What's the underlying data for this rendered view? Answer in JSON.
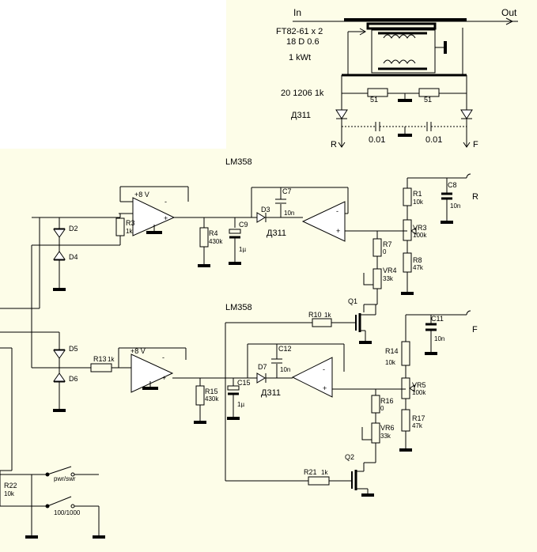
{
  "colors": {
    "paper": "#fdfde8",
    "ink": "#000000",
    "blank": "#ffffff"
  },
  "top_diagram": {
    "in_label": "In",
    "out_label": "Out",
    "core_label": "FT82-61 x 2",
    "winding_label": "18  D 0.6",
    "power_label": "1 kWt",
    "resistor_label": "20 1206 1k",
    "r51_left": "51",
    "r51_right": "51",
    "diode_label": "Д311",
    "cap_left": "0.01",
    "cap_right": "0.01",
    "r_out": "R",
    "f_out": "F"
  },
  "upper_channel": {
    "opamp_title": "LM358",
    "supply_label": "+8 V",
    "minus_sign": "-",
    "plus_sign": "+",
    "d2": "D2",
    "d4": "D4",
    "r3": "R3",
    "r3_val": "1k",
    "r4": "R4",
    "r4_val": "430k",
    "c9": "C9",
    "c9_val": "1µ",
    "d3": "D3",
    "d3_type": "Д311",
    "c7": "C7",
    "c7_val": "10n",
    "r1": "R1",
    "r1_val": "10k",
    "c8": "C8",
    "c8_val": "10n",
    "vr3": "VR3",
    "vr3_val": "100k",
    "r7": "R7",
    "r7_val": "0",
    "r8": "R8",
    "r8_val": "47k",
    "vr4": "VR4",
    "vr4_val": "33k",
    "out_label": "R"
  },
  "lower_channel": {
    "opamp_title": "LM358",
    "supply_label": "+8 V",
    "minus_sign": "-",
    "plus_sign": "+",
    "q1": "Q1",
    "r10": "R10",
    "r10_val": "1k",
    "c11": "C11",
    "c11_val": "10n",
    "out_label": "F",
    "d5": "D5",
    "d6": "D6",
    "r13": "R13",
    "r13_val": "1k",
    "c12": "C12",
    "c12_val": "10n",
    "r14": "R14",
    "r14_val": "10k",
    "d7": "D7",
    "d7_type": "Д311",
    "r15": "R15",
    "r15_val": "430k",
    "c15": "C15",
    "c15_val": "1µ",
    "vr5": "VR5",
    "vr5_val": "100k",
    "r16": "R16",
    "r16_val": "0",
    "r17": "R17",
    "r17_val": "47k",
    "vr6": "VR6",
    "vr6_val": "33k",
    "q2": "Q2",
    "r21": "R21",
    "r21_val": "1k"
  },
  "switches": {
    "r22": "R22",
    "r22_val": "10k",
    "pwr_swr": "pwr/swr",
    "range": "100/1000"
  }
}
